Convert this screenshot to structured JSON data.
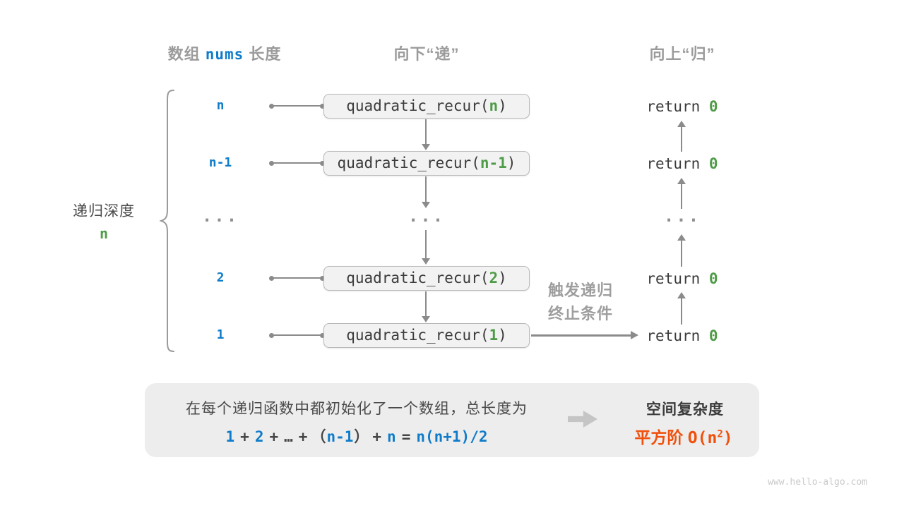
{
  "columns": {
    "left_header": {
      "prefix": "数组",
      "var": "nums",
      "suffix": "长度"
    },
    "mid_header": "向下“递”",
    "right_header": "向上“归”"
  },
  "depth": {
    "label": "递归深度",
    "value": "n"
  },
  "rows": [
    {
      "label": "n",
      "call_fn": "quadratic_recur(",
      "call_arg": "n",
      "call_close": ")",
      "ret_kw": "return ",
      "ret_val": "0"
    },
    {
      "label": "n-1",
      "call_fn": "quadratic_recur(",
      "call_arg": "n-1",
      "call_close": ")",
      "ret_kw": "return ",
      "ret_val": "0"
    },
    {
      "ellipsis": "..."
    },
    {
      "label": "2",
      "call_fn": "quadratic_recur(",
      "call_arg": "2",
      "call_close": ")",
      "ret_kw": "return ",
      "ret_val": "0"
    },
    {
      "label": "1",
      "call_fn": "quadratic_recur(",
      "call_arg": "1",
      "call_close": ")",
      "ret_kw": "return ",
      "ret_val": "0"
    }
  ],
  "trigger": {
    "line1": "触发递归",
    "line2": "终止条件"
  },
  "summary": {
    "line1": "在每个递归函数中都初始化了一个数组，总长度为",
    "formula": {
      "n1": "1",
      "p1": "+",
      "n2": "2",
      "p2": "+",
      "dots": "…",
      "p3": "+",
      "lp": "（",
      "n3": "n-1",
      "rp": "）",
      "p4": "+",
      "n4": "n",
      "eq": "=",
      "result": "n(n+1)/2"
    },
    "result_title": "空间复杂度",
    "result_label": "平方阶 ",
    "big_o_pre": "O(n",
    "big_o_sup": "2",
    "big_o_post": ")"
  },
  "watermark": "www.hello-algo.com",
  "colors": {
    "blue": "#0f7cc9",
    "green": "#4e9c47",
    "orange": "#f0500c",
    "gray": "#9b9b9b",
    "box_bg": "#f2f2f2",
    "panel_bg": "#ededed"
  }
}
